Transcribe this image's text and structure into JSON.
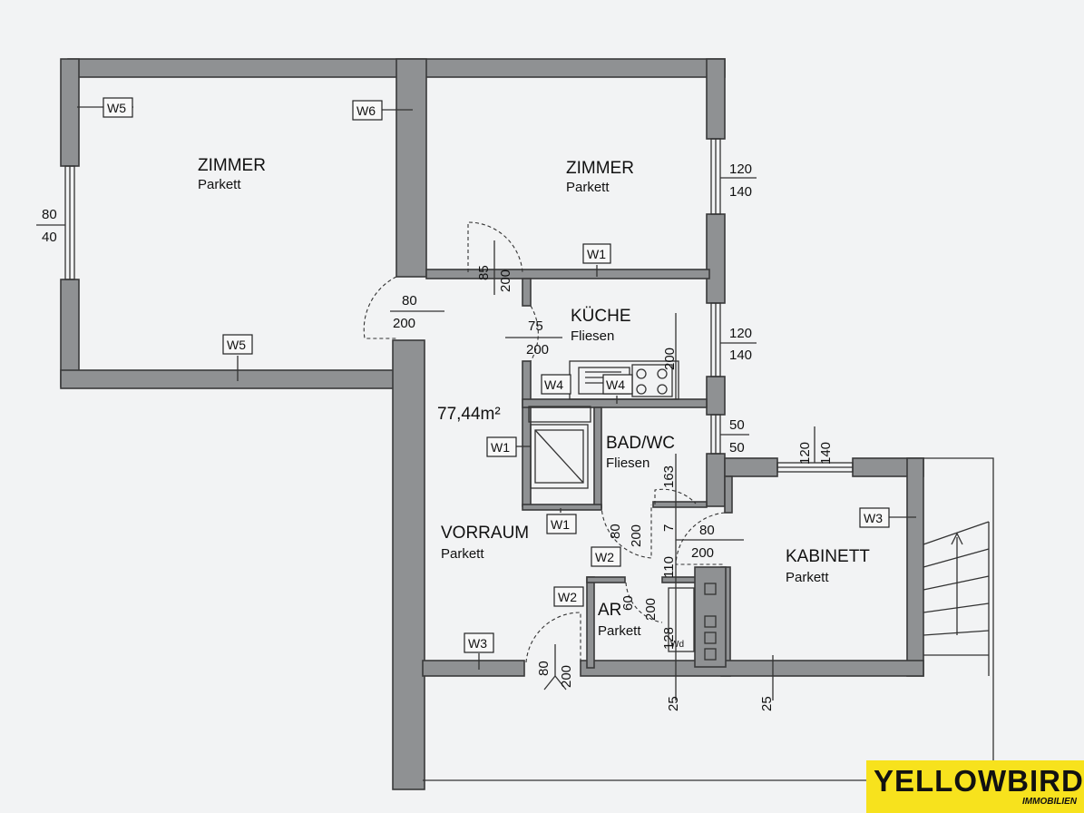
{
  "rooms": {
    "zimmer1": {
      "name": "ZIMMER",
      "floor": "Parkett"
    },
    "zimmer2": {
      "name": "ZIMMER",
      "floor": "Parkett"
    },
    "kueche": {
      "name": "KÜCHE",
      "floor": "Fliesen"
    },
    "bad": {
      "name": "BAD/WC",
      "floor": "Fliesen"
    },
    "vorraum": {
      "name": "VORRAUM",
      "floor": "Parkett"
    },
    "kabinett": {
      "name": "KABINETT",
      "floor": "Parkett"
    },
    "ar": {
      "name": "AR",
      "floor": "Parkett"
    }
  },
  "area": "77,44m²",
  "tags": [
    "W5",
    "W6",
    "W5",
    "W1",
    "W4",
    "W4",
    "W1",
    "W1",
    "W2",
    "W2",
    "W3",
    "W3"
  ],
  "dims": {
    "win_left_w": "80",
    "win_left_h": "40",
    "win_z2_w": "120",
    "win_z2_h": "140",
    "door_z2_w": "85",
    "door_z2_h": "200",
    "door_z1_w": "80",
    "door_z1_h": "200",
    "door_k_w": "75",
    "door_k_h": "200",
    "k_h": "200",
    "win_k_w": "120",
    "win_k_h": "140",
    "win_b_w": "50",
    "win_b_h": "50",
    "win_kab_w": "120",
    "win_kab_h": "140",
    "bad_163": "163",
    "door_bad_w": "80",
    "door_bad_h": "200",
    "d_110": "110",
    "d_7": "7",
    "door_kab_w": "80",
    "door_kab_h": "200",
    "door_ar_w": "60",
    "door_ar_h": "200",
    "d_128": "128",
    "door_ent_w": "80",
    "door_ent_h": "200",
    "d_25a": "25",
    "d_25b": "25"
  },
  "fixtures": {
    "wd": "Wd"
  },
  "logo": {
    "name": "YELLOWBIRD",
    "sub": "IMMOBILIEN"
  },
  "colors": {
    "wall": "#8f9193",
    "logo_bg": "#f7e21d"
  }
}
